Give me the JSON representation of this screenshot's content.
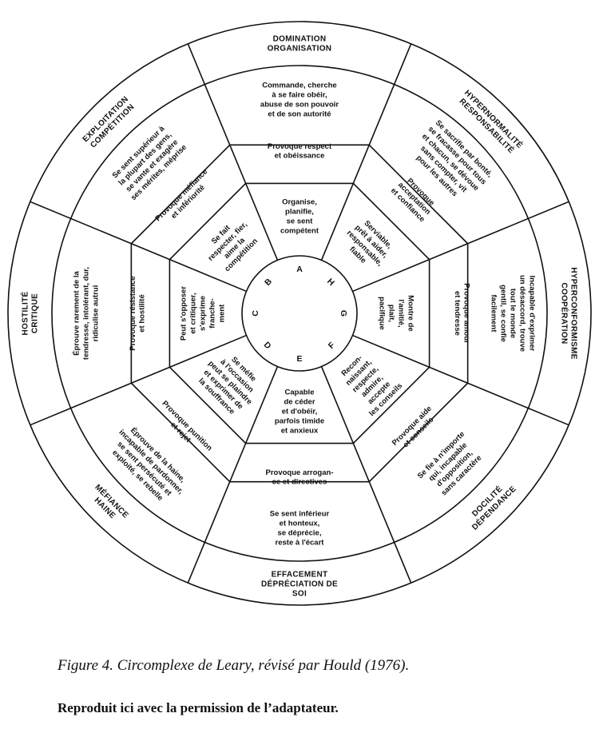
{
  "caption": "Figure 4.  Circomplexe de Leary, révisé par Hould (1976).",
  "credit": "Reproduit ici avec la permission de l’adaptateur.",
  "letters": [
    "A",
    "H",
    "G",
    "F",
    "E",
    "D",
    "C",
    "B"
  ],
  "octants": [
    {
      "outer": [
        "DOMINATION",
        "ORGANISATION"
      ],
      "extreme": [
        "Commande, cherche",
        "à se faire obéir,",
        "abuse de son pouvoir",
        "et de son autorité"
      ],
      "provokes": [
        "Provoque respect",
        "et obéissance"
      ],
      "moderate": [
        "Organise,",
        "planifie,",
        "se sent",
        "compétent"
      ]
    },
    {
      "outer": [
        "HYPERNORMALITÉ",
        "RESPONSABILITÉ"
      ],
      "extreme": [
        "Se sacrifie par bonté,",
        "se fracasse pour tous",
        "et chacun, se dévoue",
        "sans compter, vit",
        "pour les autres"
      ],
      "provokes": [
        "Provoque",
        "acceptation",
        "et confiance"
      ],
      "moderate": [
        "Serviable,",
        "prêt à aider,",
        "responsable,",
        "fiable"
      ]
    },
    {
      "outer": [
        "HYPERCONFORMISME",
        "COOPÉRATION"
      ],
      "extreme": [
        "Incapable d'exprimer",
        "un désaccord, trouve",
        "tout le monde",
        "gentil, se confie",
        "facilement"
      ],
      "provokes": [
        "Provoque amour",
        "et tendresse"
      ],
      "moderate": [
        "Montre de",
        "l'amitié,",
        "plait,",
        "pacifique"
      ]
    },
    {
      "outer": [
        "DOCILITÉ",
        "DÉPENDANCE"
      ],
      "extreme": [
        "Se fie à n'importe",
        "qui, incapable",
        "d'opposition,",
        "sans caractère"
      ],
      "provokes": [
        "Provoque aide",
        "et conseils"
      ],
      "moderate": [
        "Recon-",
        "naissant,",
        "respecte,",
        "admire,",
        "accepte",
        "les conseils"
      ]
    },
    {
      "outer": [
        "EFFACEMENT",
        "DÉPRÉCIATION DE",
        "SOI"
      ],
      "extreme": [
        "Se sent inférieur",
        "et honteux,",
        "se déprécie,",
        "reste à l'écart"
      ],
      "provokes": [
        "Provoque arrogan-",
        "ce et directives"
      ],
      "moderate": [
        "Capable",
        "de céder",
        "et d'obéir,",
        "parfois timide",
        "et anxieux"
      ]
    },
    {
      "outer": [
        "MÉFIANCE",
        "HAINE"
      ],
      "extreme": [
        "Éprouve de la haine,",
        "incapable de pardonner,",
        "se sent persécuté et",
        "exploité, se rebelle"
      ],
      "provokes": [
        "Provoque punition",
        "et rejet"
      ],
      "moderate": [
        "Se méfie",
        "à l'occasion",
        "peut se plaindre",
        "et exprimer de",
        "la souffrance"
      ]
    },
    {
      "outer": [
        "HOSTILITÉ",
        "CRITIQUE"
      ],
      "extreme": [
        "Éprouve rarement de la",
        "tendresse, intolérant, dur,",
        "ridiculise autrui"
      ],
      "provokes": [
        "Provoque résistance",
        "et hostilité"
      ],
      "moderate": [
        "Peut s'opposer",
        "et critiquer,",
        "s'exprime",
        "franche-",
        "ment"
      ]
    },
    {
      "outer": [
        "EXPLOITATION",
        "COMPÉTITION"
      ],
      "extreme": [
        "Se sent supérieur à",
        "la plupart des gens,",
        "se vante et exagère",
        "ses mérites, méprise"
      ],
      "provokes": [
        "Provoque méfiance",
        "et infériorité"
      ],
      "moderate": [
        "Se fait",
        "respecter, fier,",
        "aime la",
        "compétition"
      ]
    }
  ]
}
